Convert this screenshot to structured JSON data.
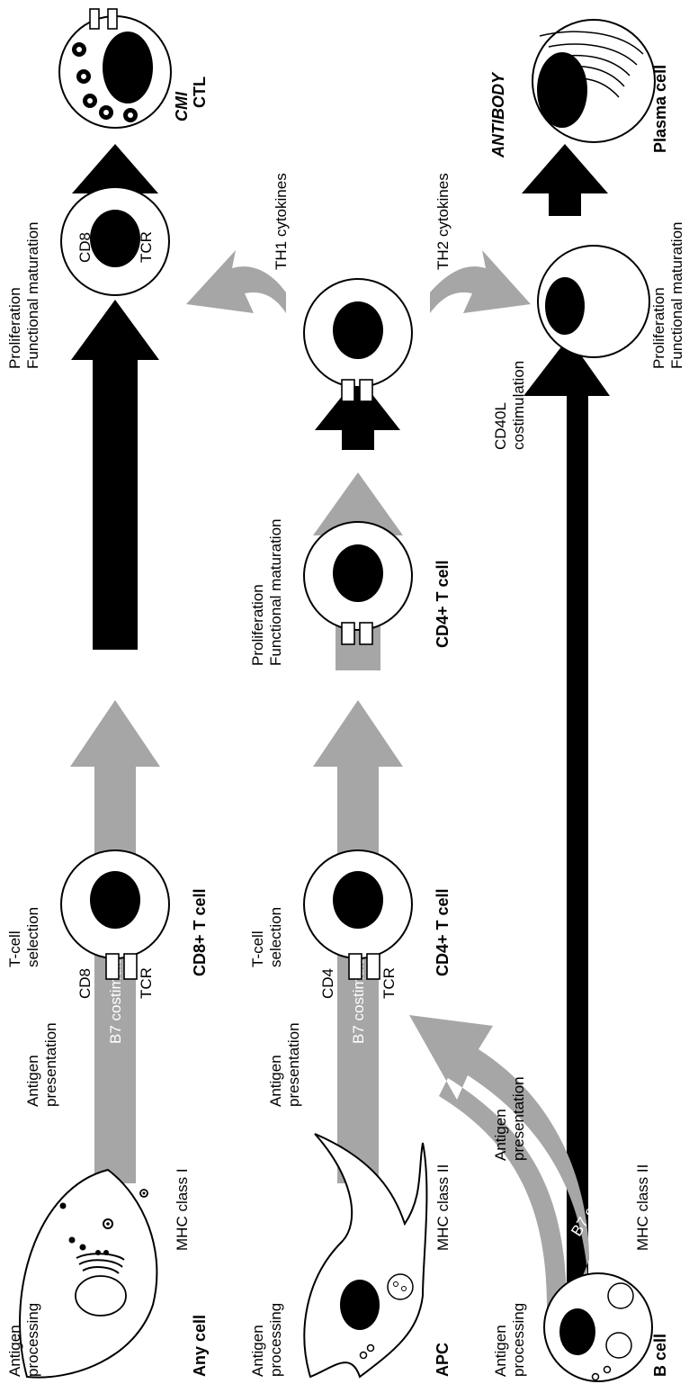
{
  "rows": {
    "top": {
      "source_label": "Any cell",
      "processing": [
        "Antigen",
        "processing"
      ],
      "mhc": "MHC class I",
      "presentation": [
        "Antigen",
        "presentation"
      ],
      "costim": "B7 costimulation",
      "selection": [
        "T-cell",
        "selection"
      ],
      "cd8": "CD8",
      "tcr": "TCR",
      "cell_label": "CD8+ T cell",
      "maturation": [
        "Proliferation",
        "Functional maturation"
      ],
      "mature_cd8": "CD8",
      "mature_tcr": "TCR",
      "outcome": "CMI",
      "effector": "CTL"
    },
    "middle": {
      "source_label": "APC",
      "processing": [
        "Antigen",
        "processing"
      ],
      "mhc": "MHC class II",
      "presentation": [
        "Antigen",
        "presentation"
      ],
      "costim": "B7 costimulation",
      "selection": [
        "T-cell",
        "selection"
      ],
      "cd4": "CD4",
      "tcr": "TCR",
      "cell_label_1": "CD4+ T cell",
      "maturation": [
        "Proliferation",
        "Functional maturation"
      ],
      "cell_label_2": "CD4+ T cell",
      "th1": "TH1 cytokines",
      "th2": "TH2 cytokines"
    },
    "bottom": {
      "source_label": "B cell",
      "processing": [
        "Antigen",
        "processing"
      ],
      "mhc": "MHC class II",
      "presentation": [
        "Antigen",
        "presentation"
      ],
      "costim_curved": "B7 costimulation",
      "cd40l": [
        "CD40L",
        "costimulation"
      ],
      "maturation": [
        "Proliferation",
        "Functional maturation"
      ],
      "outcome": "ANTIBODY",
      "effector": "Plasma cell"
    }
  },
  "colors": {
    "gray_arrow": "#a6a6a6",
    "black_arrow": "#000000"
  }
}
